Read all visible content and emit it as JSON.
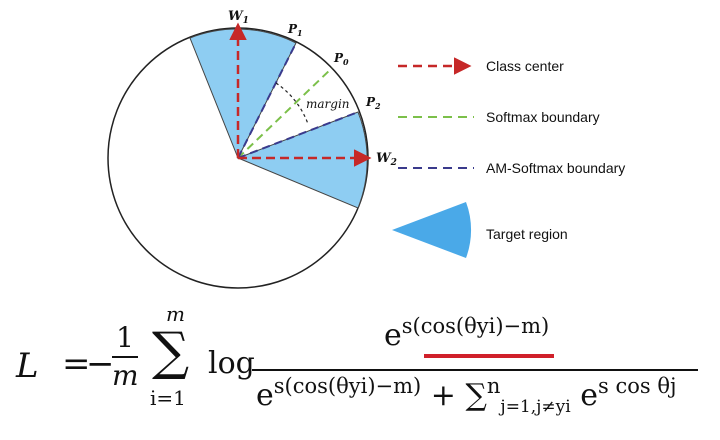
{
  "diagram": {
    "labels": {
      "w1": "W",
      "w1_sub": "1",
      "w2": "W",
      "w2_sub": "2",
      "p1": "P",
      "p1_sub": "1",
      "p2": "P",
      "p2_sub": "2",
      "p0": "P",
      "p0_sub": "0",
      "margin": "margin"
    },
    "colors": {
      "class_center": "#c62828",
      "softmax_boundary": "#7cc04a",
      "am_softmax_boundary": "#3a3a8c",
      "target_region": "#8ecdf2",
      "target_region_legend": "#4aa9e8",
      "circle_stroke": "#222222"
    }
  },
  "legend": {
    "items": [
      {
        "label": "Class center"
      },
      {
        "label": "Softmax boundary"
      },
      {
        "label": "AM-Softmax boundary"
      },
      {
        "label": "Target region"
      }
    ]
  },
  "formula": {
    "lhs": "L",
    "equals": "=",
    "minus": "−",
    "frac_num": "1",
    "frac_den": "m",
    "sum_symbol": "∑",
    "sum_top": "m",
    "sum_bottom": "i=1",
    "log": "log",
    "numerator_base": "e",
    "numerator_exp": "s(cos(θyi)−m)",
    "denominator_base": "e",
    "denominator_exp": "s(cos(θyi)−m)",
    "denominator_plus": "+",
    "denominator_sum": "∑",
    "denominator_sum_sub": "j=1,j≠yi",
    "denominator_sum_sup": "n",
    "denominator_last_base": "e",
    "denominator_last_exp": "s cos θj"
  }
}
